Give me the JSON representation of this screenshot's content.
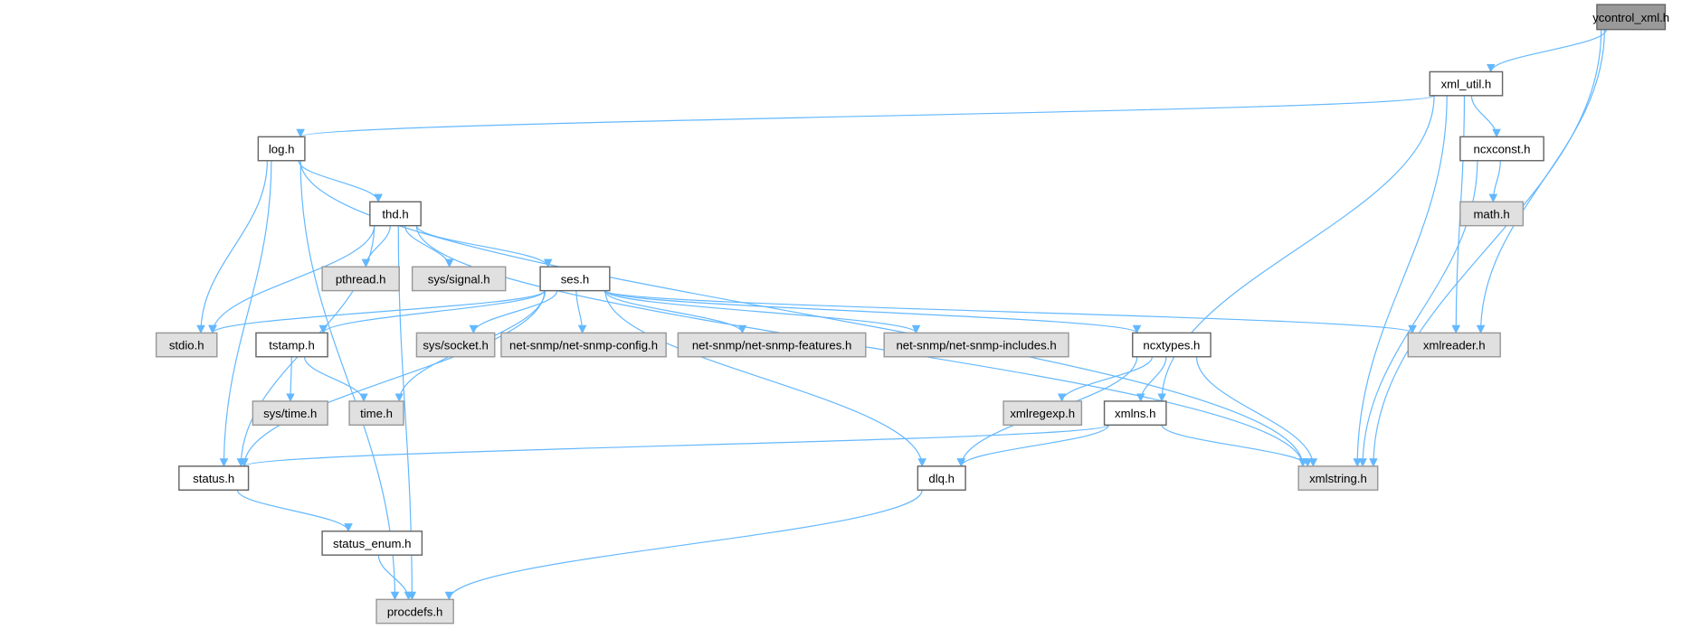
{
  "colors": {
    "edge": "#63b8ff",
    "root_fill": "#999999",
    "root_stroke": "#666666",
    "local_fill": "#ffffff",
    "local_stroke": "#666666",
    "system_fill": "#e0e0e0",
    "system_stroke": "#999999"
  },
  "nodes": {
    "ycontrol_xml": {
      "label": "ycontrol_xml.h",
      "kind": "root"
    },
    "xml_util": {
      "label": "xml_util.h",
      "kind": "local"
    },
    "log": {
      "label": "log.h",
      "kind": "local"
    },
    "ncxconst": {
      "label": "ncxconst.h",
      "kind": "local"
    },
    "thd": {
      "label": "thd.h",
      "kind": "local"
    },
    "math": {
      "label": "math.h",
      "kind": "system"
    },
    "pthread": {
      "label": "pthread.h",
      "kind": "system"
    },
    "sys_signal": {
      "label": "sys/signal.h",
      "kind": "system"
    },
    "ses": {
      "label": "ses.h",
      "kind": "local"
    },
    "stdio": {
      "label": "stdio.h",
      "kind": "system"
    },
    "tstamp": {
      "label": "tstamp.h",
      "kind": "local"
    },
    "sys_socket": {
      "label": "sys/socket.h",
      "kind": "system"
    },
    "snmp_config": {
      "label": "net-snmp/net-snmp-config.h",
      "kind": "system"
    },
    "snmp_features": {
      "label": "net-snmp/net-snmp-features.h",
      "kind": "system"
    },
    "snmp_includes": {
      "label": "net-snmp/net-snmp-includes.h",
      "kind": "system"
    },
    "ncxtypes": {
      "label": "ncxtypes.h",
      "kind": "local"
    },
    "xmlreader": {
      "label": "xmlreader.h",
      "kind": "system"
    },
    "sys_time": {
      "label": "sys/time.h",
      "kind": "system"
    },
    "time": {
      "label": "time.h",
      "kind": "system"
    },
    "xmlregexp": {
      "label": "xmlregexp.h",
      "kind": "system"
    },
    "xmlns": {
      "label": "xmlns.h",
      "kind": "local"
    },
    "status": {
      "label": "status.h",
      "kind": "local"
    },
    "dlq": {
      "label": "dlq.h",
      "kind": "local"
    },
    "xmlstring": {
      "label": "xmlstring.h",
      "kind": "system"
    },
    "status_enum": {
      "label": "status_enum.h",
      "kind": "local"
    },
    "procdefs": {
      "label": "procdefs.h",
      "kind": "system"
    }
  },
  "edges": [
    [
      "ycontrol_xml",
      "xml_util"
    ],
    [
      "ycontrol_xml",
      "xmlreader"
    ],
    [
      "ycontrol_xml",
      "xmlstring"
    ],
    [
      "xml_util",
      "log"
    ],
    [
      "xml_util",
      "ncxconst"
    ],
    [
      "xml_util",
      "xmlns"
    ],
    [
      "xml_util",
      "xmlreader"
    ],
    [
      "xml_util",
      "xmlstring"
    ],
    [
      "ncxconst",
      "math"
    ],
    [
      "ncxconst",
      "xmlstring"
    ],
    [
      "log",
      "thd"
    ],
    [
      "log",
      "stdio"
    ],
    [
      "log",
      "status"
    ],
    [
      "log",
      "procdefs"
    ],
    [
      "log",
      "xmlstring"
    ],
    [
      "thd",
      "pthread"
    ],
    [
      "thd",
      "sys_signal"
    ],
    [
      "thd",
      "ses"
    ],
    [
      "thd",
      "stdio"
    ],
    [
      "thd",
      "status"
    ],
    [
      "thd",
      "procdefs"
    ],
    [
      "thd",
      "xmlstring"
    ],
    [
      "ses",
      "stdio"
    ],
    [
      "ses",
      "tstamp"
    ],
    [
      "ses",
      "time"
    ],
    [
      "ses",
      "status"
    ],
    [
      "ses",
      "sys_socket"
    ],
    [
      "ses",
      "snmp_config"
    ],
    [
      "ses",
      "snmp_features"
    ],
    [
      "ses",
      "snmp_includes"
    ],
    [
      "ses",
      "ncxtypes"
    ],
    [
      "ses",
      "xmlreader"
    ],
    [
      "ses",
      "dlq"
    ],
    [
      "tstamp",
      "sys_time"
    ],
    [
      "tstamp",
      "time"
    ],
    [
      "ncxtypes",
      "xmlregexp"
    ],
    [
      "ncxtypes",
      "xmlns"
    ],
    [
      "ncxtypes",
      "xmlstring"
    ],
    [
      "ncxtypes",
      "dlq"
    ],
    [
      "xmlns",
      "status"
    ],
    [
      "xmlns",
      "dlq"
    ],
    [
      "xmlns",
      "xmlstring"
    ],
    [
      "status",
      "status_enum"
    ],
    [
      "status_enum",
      "procdefs"
    ],
    [
      "dlq",
      "procdefs"
    ]
  ]
}
